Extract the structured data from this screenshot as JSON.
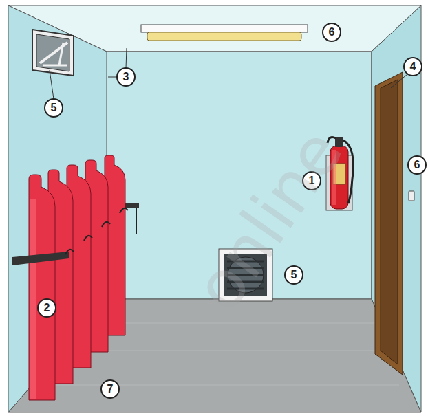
{
  "diagram": {
    "labels": [
      "6",
      "3",
      "4",
      "5",
      "6",
      "1",
      "5",
      "2",
      "7",
      "online"
    ]
  }
}
